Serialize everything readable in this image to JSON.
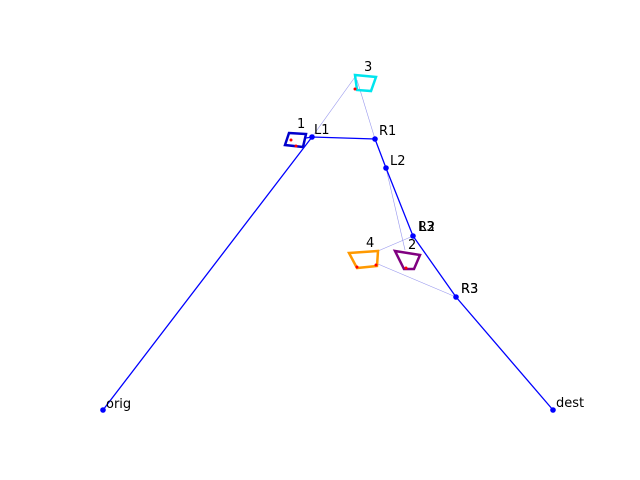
{
  "colors": {
    "path": "#0000ff",
    "thin": "#9999ee",
    "orange": "#ff9900",
    "purple": "#800080",
    "cyan": "#00e5ee",
    "blue": "#0000cc",
    "red": "#ff0000"
  },
  "labels": {
    "orig": "orig",
    "dest": "dest",
    "l1": "L1",
    "r1": "R1",
    "l2": "L2",
    "r2": "R2",
    "l3": "L3",
    "r3a": "R3",
    "r3b": "R3",
    "obs1": "1",
    "obs2": "2",
    "obs3": "3",
    "obs4": "4"
  }
}
